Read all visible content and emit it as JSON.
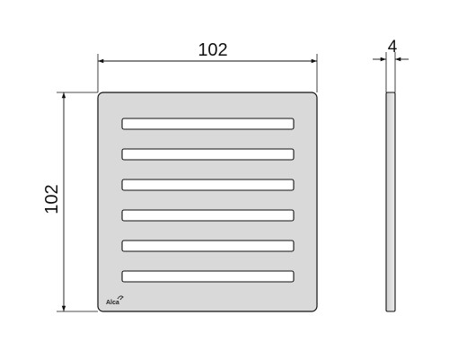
{
  "drawing": {
    "dimensions": {
      "width": "102",
      "height": "102",
      "thickness": "4"
    },
    "grate": {
      "slot_count": 6
    },
    "logo": {
      "text": "Alca"
    },
    "colors": {
      "line": "#111111",
      "plate_fill": "#d9d9d9",
      "slot_fill": "#ffffff",
      "background": "#ffffff"
    }
  }
}
